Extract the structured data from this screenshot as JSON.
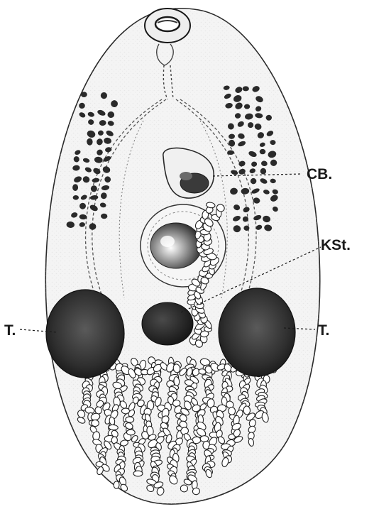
{
  "figure": {
    "labels": {
      "cb": "CB.",
      "kst": "KSt.",
      "t_left": "T.",
      "t_right": "T."
    },
    "colors": {
      "ink": "#1a1a1a",
      "body_fill": "#f3f3f3",
      "dark_organ": "#2b2b2b",
      "mid_organ": "#5a5a5a",
      "background": "#ffffff"
    }
  }
}
